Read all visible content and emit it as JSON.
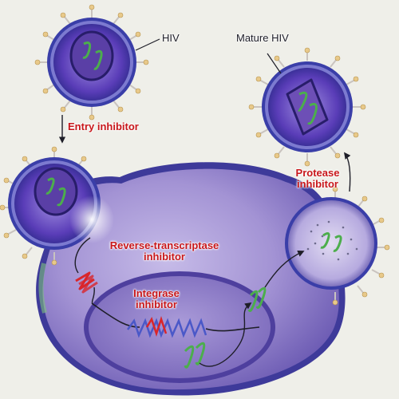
{
  "labels": {
    "hiv": "HIV",
    "mature_hiv": "Mature HIV",
    "entry_inhibitor": "Entry inhibitor",
    "protease_inhibitor": [
      "Protease",
      "inhibitor"
    ],
    "rt_inhibitor": [
      "Reverse-transcriptase",
      "inhibitor"
    ],
    "integrase_inhibitor": [
      "Integrase",
      "inhibitor"
    ]
  },
  "colors": {
    "background": "#efefe9",
    "virus_envelope": "#3b3fa0",
    "virus_core": "#2a1f6e",
    "cell_cytoplasm": "#a89ad6",
    "nucleus": "#8f7fc8",
    "rna_green": "#4cae4c",
    "dna_red": "#d9262b",
    "inhibitor_text": "#c8171b",
    "spike": "#e8c98a"
  }
}
